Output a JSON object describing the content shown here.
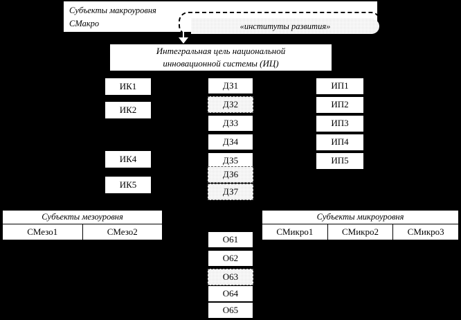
{
  "diagram": {
    "title_macro_line1": "Субъекты макроуровня",
    "title_macro_line2": "СМакро",
    "institutes_label": "«институты развития»",
    "goal_line1": "Интегральная цель национальной",
    "goal_line2": "инновационной системы (ИЦ)",
    "colors": {
      "background": "#000000",
      "box_fill": "#ffffff",
      "box_border": "#000000",
      "shaded_fill": "#d8d8d8",
      "text": "#000000"
    },
    "columns": {
      "left": {
        "name": "ИК",
        "items": [
          {
            "label": "ИК1",
            "shaded": false
          },
          {
            "label": "ИК2",
            "shaded": false
          },
          {
            "label": "ИК4",
            "shaded": false
          },
          {
            "label": "ИК5",
            "shaded": false
          }
        ]
      },
      "center": {
        "name": "ДЗ",
        "items": [
          {
            "label": "ДЗ1",
            "shaded": false
          },
          {
            "label": "ДЗ2",
            "shaded": true
          },
          {
            "label": "ДЗ3",
            "shaded": false
          },
          {
            "label": "ДЗ4",
            "shaded": false
          },
          {
            "label": "ДЗ5",
            "shaded": false
          },
          {
            "label": "ДЗ6",
            "shaded": true
          },
          {
            "label": "ДЗ7",
            "shaded": true
          }
        ]
      },
      "right": {
        "name": "ИП",
        "items": [
          {
            "label": "ИП1",
            "shaded": false
          },
          {
            "label": "ИП2",
            "shaded": false
          },
          {
            "label": "ИП3",
            "shaded": false
          },
          {
            "label": "ИП4",
            "shaded": false
          },
          {
            "label": "ИП5",
            "shaded": false
          }
        ]
      },
      "bottom_center": {
        "name": "О6",
        "items": [
          {
            "label": "О61",
            "shaded": false
          },
          {
            "label": "О62",
            "shaded": false
          },
          {
            "label": "О63",
            "shaded": true
          },
          {
            "label": "О64",
            "shaded": false
          },
          {
            "label": "О65",
            "shaded": false
          }
        ]
      }
    },
    "meso": {
      "title": "Субъекты мезоуровня",
      "cells": [
        "СМезо1",
        "СМезо2"
      ]
    },
    "micro": {
      "title": "Субъекты микроуровня",
      "cells": [
        "СМикро1",
        "СМикро2",
        "СМикро3"
      ]
    }
  }
}
